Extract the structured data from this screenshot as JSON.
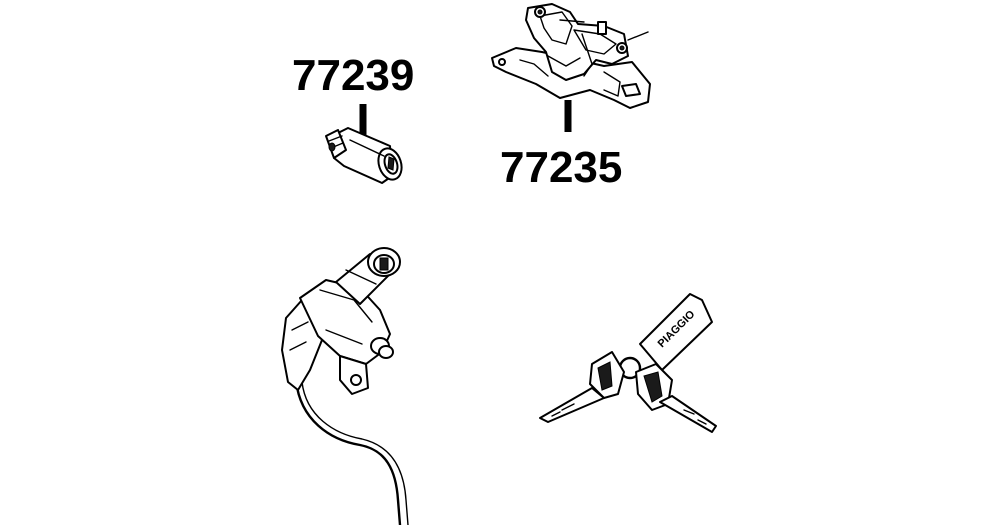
{
  "parts": [
    {
      "id": "part-77239",
      "number": "77239",
      "description": "lock-cylinder"
    },
    {
      "id": "part-77235",
      "number": "77235",
      "description": "seat-latch-bracket"
    }
  ],
  "unlabeled_parts": [
    {
      "description": "ignition-switch-with-cable"
    },
    {
      "description": "key-set"
    }
  ],
  "key_tag_text": "PIAGGIO",
  "colors": {
    "background": "#ffffff",
    "ink": "#000000"
  }
}
